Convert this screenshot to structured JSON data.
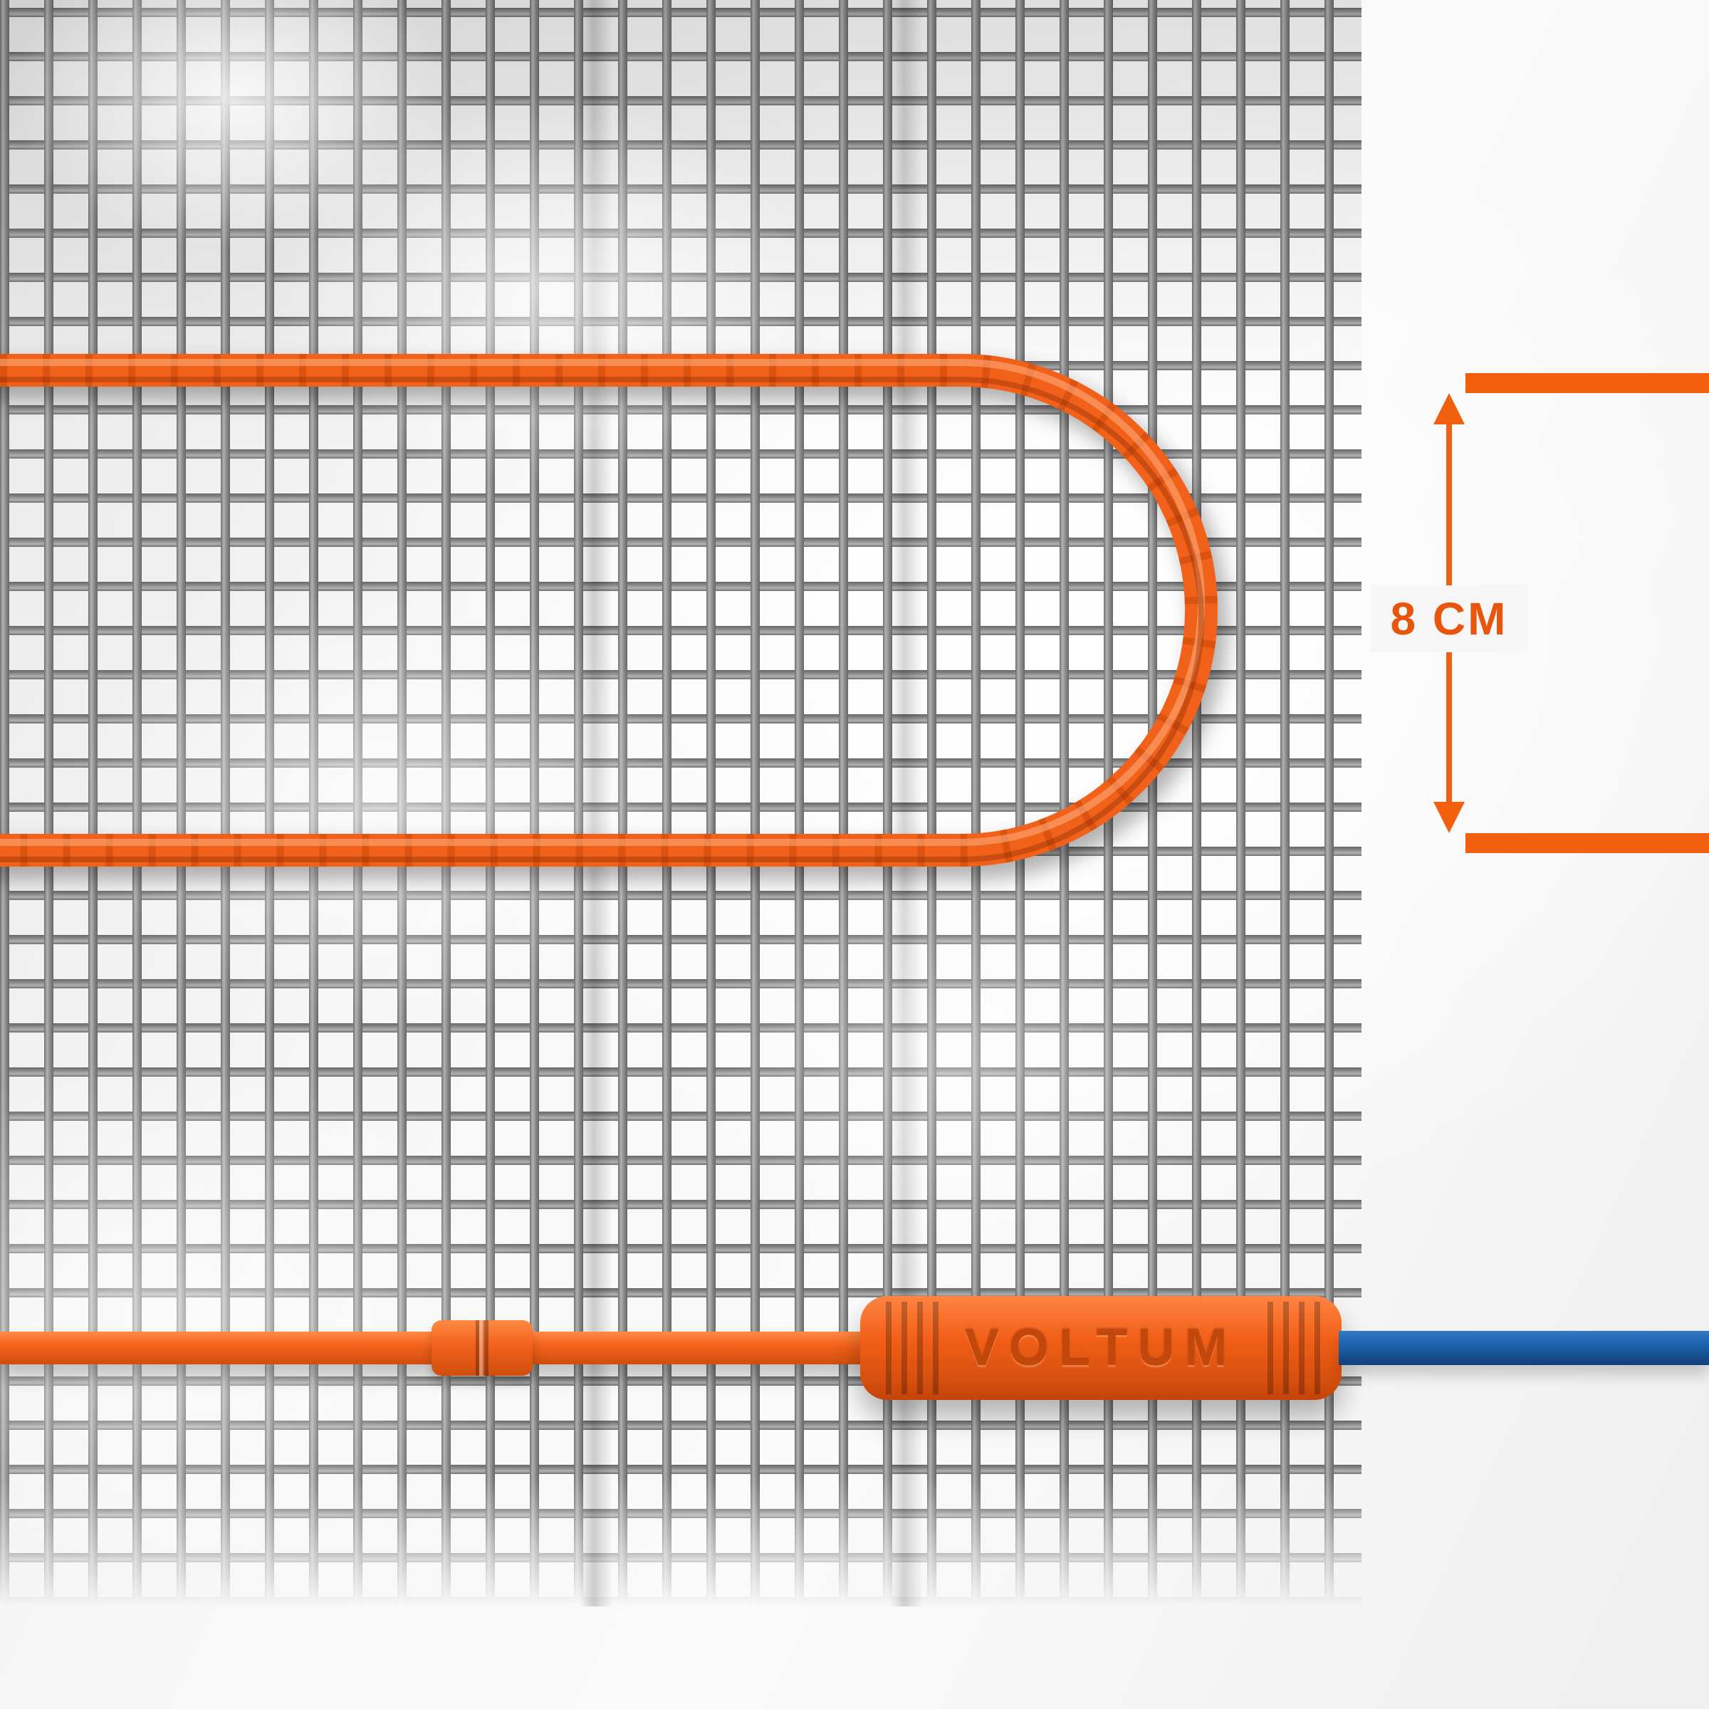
{
  "dimension": {
    "label": "8 CM",
    "value_cm": 8
  },
  "connector": {
    "brand": "VOLTUM"
  },
  "colors": {
    "accent_orange": "#F2600F",
    "accent_orange_text": "#E8560D",
    "cable_orange": "#F26119",
    "cable_orange_dark": "#CF4E0E",
    "blue_cable": "#1D5FA9",
    "mesh_gray": "#8D8D8D",
    "background": "#F3F3F3"
  }
}
